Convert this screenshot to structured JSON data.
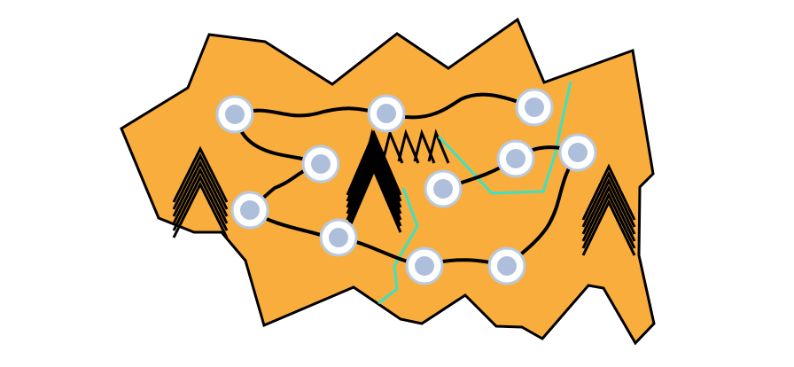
{
  "colors": {
    "land": "#f9ad3c",
    "outline": "#000000",
    "path": "#000000",
    "river": "#40e0c0",
    "node_ring": "#ffffff",
    "node_ring_stroke": "#b9c9e0",
    "node_core": "#aebfdc",
    "background": "#ffffff"
  },
  "icons": {
    "terrain": "mountain-range-icon",
    "node": "location-node-icon"
  },
  "map": {
    "nodes": [
      {
        "id": "n1"
      },
      {
        "id": "n2"
      },
      {
        "id": "n3"
      },
      {
        "id": "n4"
      },
      {
        "id": "n5"
      },
      {
        "id": "n6"
      },
      {
        "id": "n7"
      },
      {
        "id": "n8"
      },
      {
        "id": "n9"
      },
      {
        "id": "n10"
      },
      {
        "id": "n11"
      },
      {
        "id": "n12"
      }
    ],
    "routes": [
      [
        "n1",
        "n2"
      ],
      [
        "n1",
        "n3"
      ],
      [
        "n2",
        "n4"
      ],
      [
        "n3",
        "n5"
      ],
      [
        "n5",
        "n6"
      ],
      [
        "n6",
        "n7"
      ],
      [
        "n7",
        "n8"
      ],
      [
        "n8",
        "n10"
      ],
      [
        "n10",
        "n9"
      ],
      [
        "n4",
        "n9"
      ],
      [
        "n9",
        "n11"
      ],
      [
        "n12",
        "n1"
      ]
    ]
  }
}
